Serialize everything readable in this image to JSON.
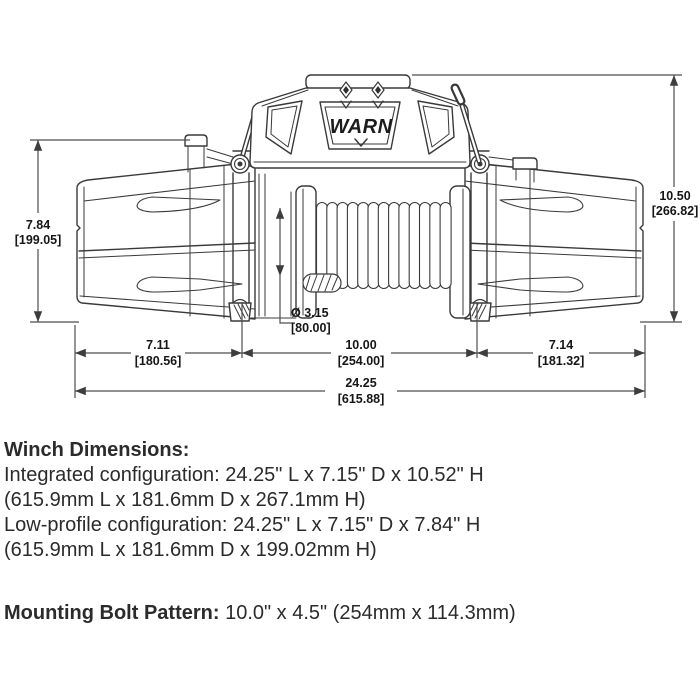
{
  "diagram": {
    "brand_logo": "WARN",
    "dimensions": {
      "height_low_in": "7.84",
      "height_low_mm": "[199.05]",
      "height_full_in": "10.50",
      "height_full_mm": "[266.82]",
      "bolt_left_in": "7.11",
      "bolt_left_mm": "[180.56]",
      "bolt_span_in": "10.00",
      "bolt_span_mm": "[254.00]",
      "bolt_right_in": "7.14",
      "bolt_right_mm": "[181.32]",
      "overall_length_in": "24.25",
      "overall_length_mm": "[615.88]",
      "drum_diameter_in": "Ø 3.15",
      "drum_diameter_mm": "[80.00]"
    }
  },
  "specs": {
    "heading": "Winch Dimensions:",
    "integrated_line": "Integrated configuration: 24.25\" L x 7.15\" D x 10.52\" H",
    "integrated_metric": "(615.9mm L x 181.6mm D x 267.1mm H)",
    "low_profile_line": "Low-profile configuration: 24.25\" L x 7.15\" D x 7.84\" H",
    "low_profile_metric": "(615.9mm L x 181.6mm D x 199.02mm H)",
    "bolt_pattern_label": "Mounting Bolt Pattern:",
    "bolt_pattern_value": " 10.0\" x 4.5\" (254mm x 114.3mm)"
  }
}
